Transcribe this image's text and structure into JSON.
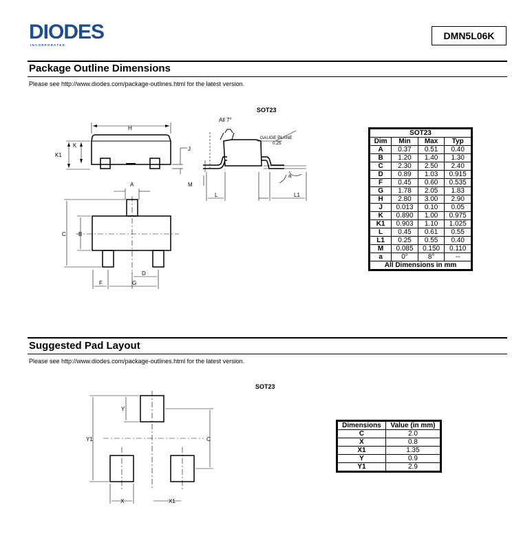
{
  "header": {
    "logo_text": "DIODES",
    "logo_sub": "I N C O R P O R A T E D",
    "part_number": "DMN5L06K"
  },
  "package_outline": {
    "title": "Package Outline Dimensions",
    "note": "Please see http://www.diodes.com/package-outlines.html for the latest version.",
    "package_label": "SOT23",
    "drawing_labels": {
      "all7": "All 7°",
      "gauge_plane": "GAUGE PLANE",
      "gauge_value": "0.25",
      "H": "H",
      "K1": "K1",
      "K": "K",
      "J": "J",
      "M": "M",
      "L": "L",
      "L1": "L1",
      "a": "a",
      "A": "A",
      "B": "B",
      "C": "C",
      "D": "D",
      "F": "F",
      "G": "G"
    },
    "table": {
      "title": "SOT23",
      "headers": [
        "Dim",
        "Min",
        "Max",
        "Typ"
      ],
      "rows": [
        [
          "A",
          "0.37",
          "0.51",
          "0.40"
        ],
        [
          "B",
          "1.20",
          "1.40",
          "1.30"
        ],
        [
          "C",
          "2.30",
          "2.50",
          "2.40"
        ],
        [
          "D",
          "0.89",
          "1.03",
          "0.915"
        ],
        [
          "F",
          "0.45",
          "0.60",
          "0.535"
        ],
        [
          "G",
          "1.78",
          "2.05",
          "1.83"
        ],
        [
          "H",
          "2.80",
          "3.00",
          "2.90"
        ],
        [
          "J",
          "0.013",
          "0.10",
          "0.05"
        ],
        [
          "K",
          "0.890",
          "1.00",
          "0.975"
        ],
        [
          "K1",
          "0.903",
          "1.10",
          "1.025"
        ],
        [
          "L",
          "0.45",
          "0.61",
          "0.55"
        ],
        [
          "L1",
          "0.25",
          "0.55",
          "0.40"
        ],
        [
          "M",
          "0.085",
          "0.150",
          "0.110"
        ],
        [
          "a",
          "0°",
          "8°",
          "--"
        ]
      ],
      "footer": "All Dimensions in mm"
    }
  },
  "pad_layout": {
    "title": "Suggested Pad Layout",
    "note": "Please see http://www.diodes.com/package-outlines.html for the latest version.",
    "package_label": "SOT23",
    "drawing_labels": {
      "Y": "Y",
      "Y1": "Y1",
      "C": "C",
      "X": "X",
      "X1": "X1"
    },
    "table": {
      "headers": [
        "Dimensions",
        "Value (in mm)"
      ],
      "rows": [
        [
          "C",
          "2.0"
        ],
        [
          "X",
          "0.8"
        ],
        [
          "X1",
          "1.35"
        ],
        [
          "Y",
          "0.9"
        ],
        [
          "Y1",
          "2.9"
        ]
      ]
    }
  },
  "colors": {
    "brand_blue": "#1f4e8c"
  }
}
